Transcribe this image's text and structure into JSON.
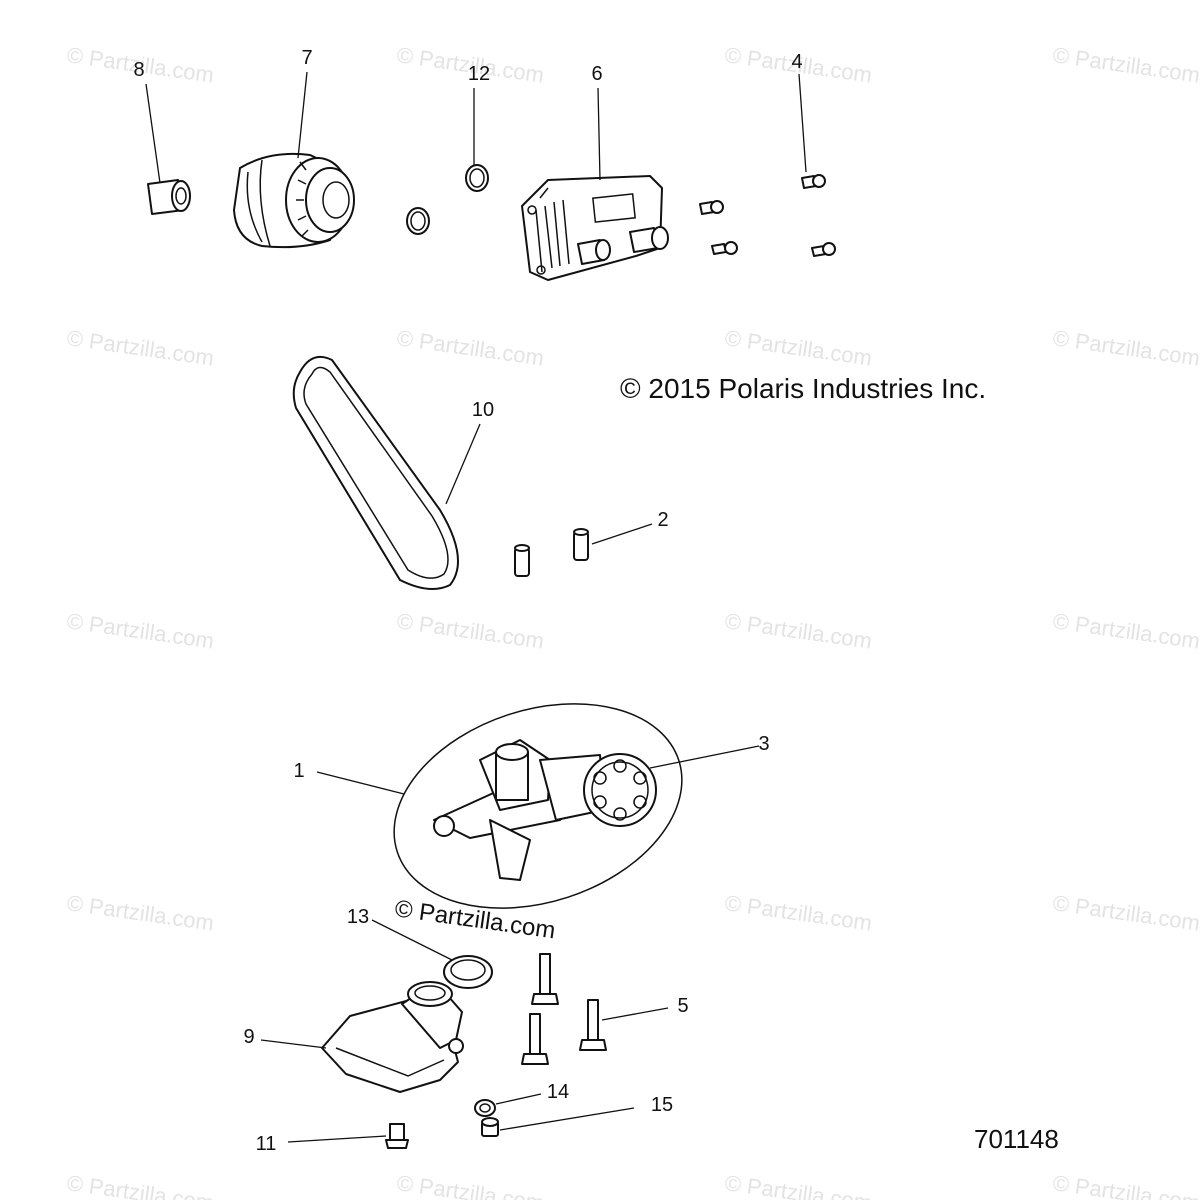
{
  "watermark_text": "© Partzilla.com",
  "copyright": "© 2015 Polaris Industries Inc.",
  "site_mark": "© Partzilla.com",
  "drawing_number": "701148",
  "callouts": [
    {
      "id": "1",
      "part": "oil-pump-assembly"
    },
    {
      "id": "2",
      "part": "dowel-pins"
    },
    {
      "id": "3",
      "part": "pump-sprocket"
    },
    {
      "id": "4",
      "part": "cooler-screws"
    },
    {
      "id": "5",
      "part": "pickup-bolts"
    },
    {
      "id": "6",
      "part": "oil-cooler"
    },
    {
      "id": "7",
      "part": "oil-filter"
    },
    {
      "id": "8",
      "part": "filter-nipple"
    },
    {
      "id": "9",
      "part": "oil-pickup"
    },
    {
      "id": "10",
      "part": "drive-chain"
    },
    {
      "id": "11",
      "part": "pickup-screw"
    },
    {
      "id": "12",
      "part": "o-ring"
    },
    {
      "id": "13",
      "part": "pickup-seal"
    },
    {
      "id": "14",
      "part": "washer"
    },
    {
      "id": "15",
      "part": "drain-plug"
    }
  ]
}
